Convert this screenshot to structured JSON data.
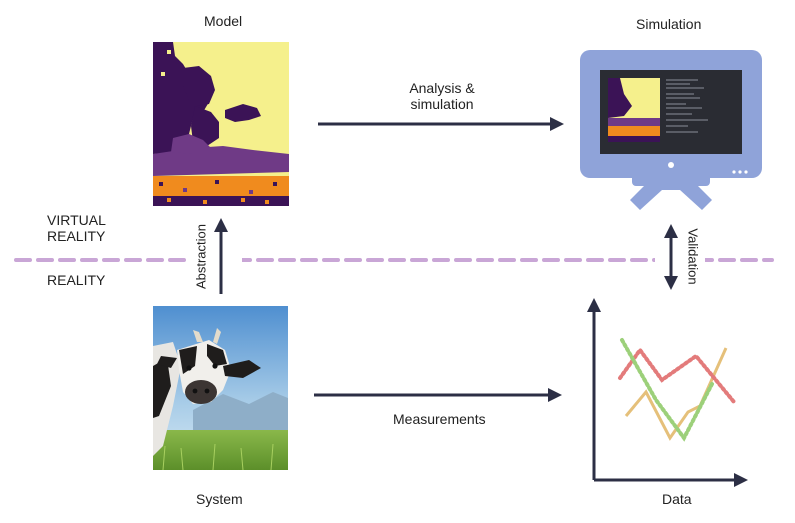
{
  "labels": {
    "model": "Model",
    "simulation": "Simulation",
    "system": "System",
    "data": "Data",
    "analysis_line1": "Analysis &",
    "analysis_line2": "simulation",
    "measurements": "Measurements",
    "abstraction": "Abstraction",
    "validation": "Validation",
    "virtual_line1": "VIRTUAL",
    "virtual_line2": "REALITY",
    "reality": "REALITY"
  },
  "colors": {
    "arrow": "#2c2f45",
    "divider": "#c9a6d6",
    "monitor": "#8fa3d9",
    "model_dark": "#3b1356",
    "model_mid": "#6f3a86",
    "model_yellow": "#f5f08c",
    "model_orange": "#f08b1e",
    "series_red": "#e37b7b",
    "series_green": "#9cd07a",
    "series_tan": "#e5c07a"
  },
  "icons": {
    "model_image": "cow-model-raster",
    "system_image": "cow-photo",
    "monitor": "monitor-icon",
    "plot": "data-plot-icon"
  }
}
